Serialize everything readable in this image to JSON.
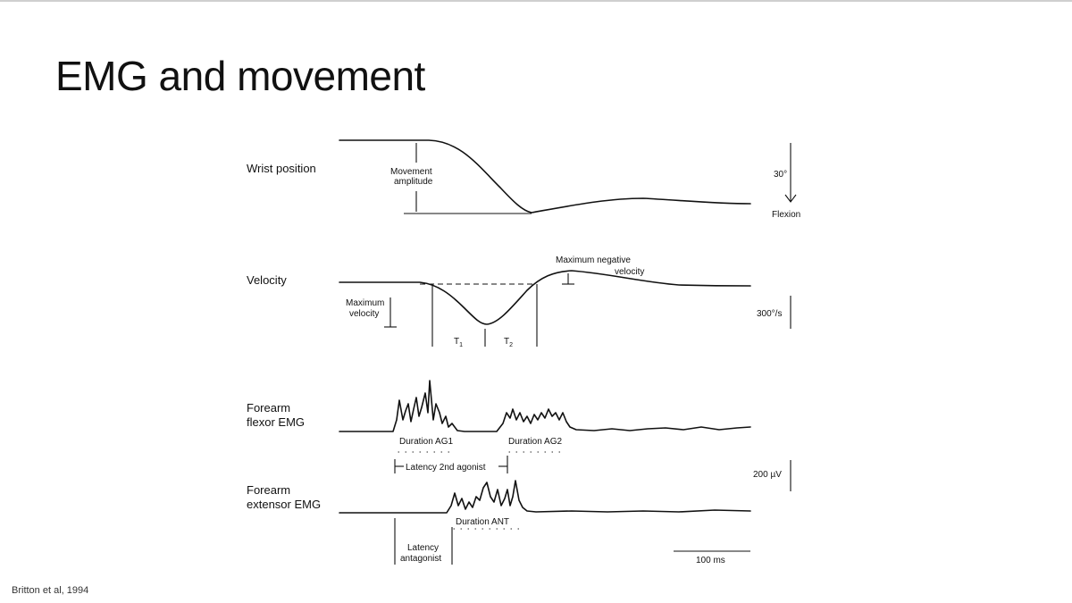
{
  "slide": {
    "title": "EMG and movement",
    "citation": "Britton et al, 1994"
  },
  "figure": {
    "wrist": {
      "label": "Wrist position",
      "amplitude_line1": "Movement",
      "amplitude_line2": "amplitude",
      "scale_value": "30°",
      "scale_direction": "Flexion"
    },
    "velocity": {
      "label": "Velocity",
      "max_velocity_line1": "Maximum",
      "max_velocity_line2": "velocity",
      "max_negative_line1": "Maximum negative",
      "max_negative_line2": "velocity",
      "t1": "T",
      "t1_sub": "1",
      "t2": "T",
      "t2_sub": "2",
      "scale_value": "300°/s"
    },
    "flexor": {
      "label_line1": "Forearm",
      "label_line2": "flexor EMG",
      "duration_ag1": "Duration AG1",
      "duration_ag2": "Duration AG2",
      "latency_2nd": "Latency 2nd agonist",
      "scale_value": "200 µV"
    },
    "extensor": {
      "label_line1": "Forearm",
      "label_line2": "extensor EMG",
      "duration_ant": "Duration ANT",
      "latency_line1": "Latency",
      "latency_line2": "antagonist"
    },
    "time_scale": "100 ms"
  }
}
